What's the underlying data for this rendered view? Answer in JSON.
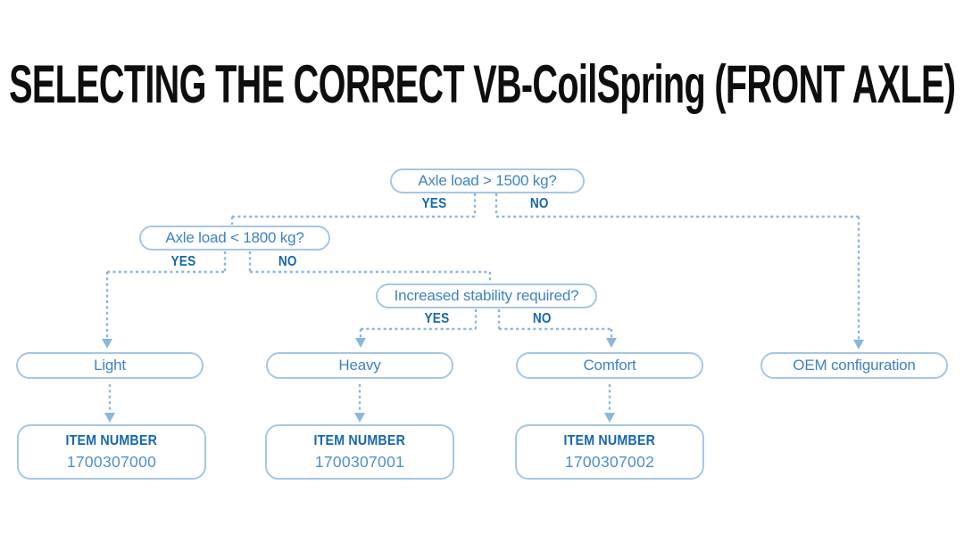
{
  "title": "SELECTING THE CORRECT VB-CoilSpring (FRONT AXLE)",
  "colors": {
    "title_text": "#0e0e0e",
    "box_border": "#a6c6e7",
    "box_text": "#3e82c4",
    "yes_no_text": "#1567ae",
    "connector_line": "#8cb6de",
    "item_label_text": "#1567ae",
    "item_number_text": "#4e8fcb",
    "background": "#ffffff"
  },
  "flowchart": {
    "decisions": [
      {
        "question": "Axle load > 1500 kg?",
        "yes_label": "YES",
        "no_label": "NO"
      },
      {
        "question": "Axle load < 1800 kg?",
        "yes_label": "YES",
        "no_label": "NO"
      },
      {
        "question": "Increased stability required?",
        "yes_label": "YES",
        "no_label": "NO"
      }
    ],
    "results": [
      {
        "label": "Light",
        "item": {
          "label": "ITEM NUMBER",
          "number": "1700307000"
        }
      },
      {
        "label": "Heavy",
        "item": {
          "label": "ITEM NUMBER",
          "number": "1700307001"
        }
      },
      {
        "label": "Comfort",
        "item": {
          "label": "ITEM NUMBER",
          "number": "1700307002"
        }
      },
      {
        "label": "OEM configuration"
      }
    ]
  }
}
